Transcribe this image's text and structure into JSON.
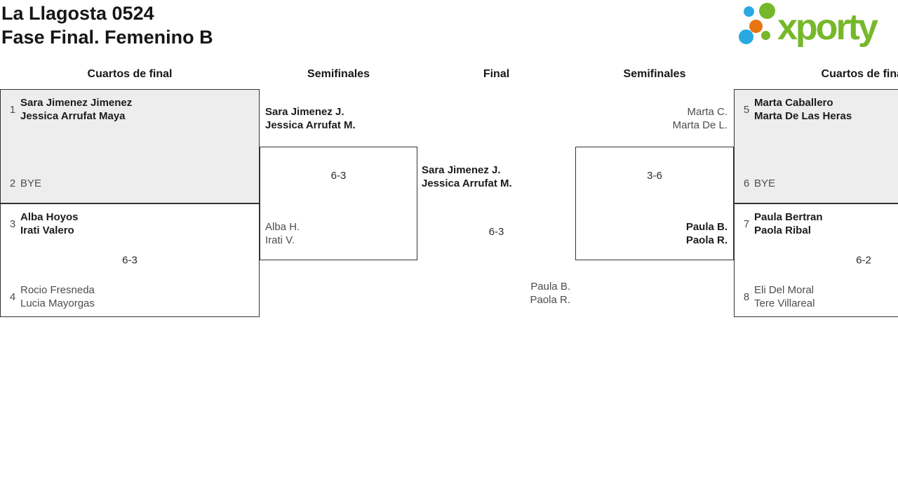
{
  "header": {
    "title_line1": "La Llagosta 0524",
    "title_line2": "Fase Final. Femenino B",
    "logo": {
      "text": "xporty",
      "green": "#76b82a",
      "blue": "#29a9e1",
      "orange": "#e87511"
    }
  },
  "colors": {
    "box_fill": "#ededed",
    "border": "#333333",
    "winner_text": "#1c1c1c",
    "muted_text": "#4d4d4d"
  },
  "rounds": [
    "Cuartos de final",
    "Semifinales",
    "Final",
    "Semifinales",
    "Cuartos de final"
  ],
  "matches": {
    "qf_left_top": {
      "seed_a": "1",
      "team_a": [
        "Sara Jimenez Jimenez",
        "Jessica Arrufat Maya"
      ],
      "seed_b": "2",
      "team_b": [
        "BYE"
      ]
    },
    "qf_left_bottom": {
      "seed_a": "3",
      "team_a": [
        "Alba Hoyos",
        "Irati Valero"
      ],
      "seed_b": "4",
      "team_b": [
        "Rocio Fresneda",
        "Lucia Mayorgas"
      ],
      "score": "6-3"
    },
    "sf_left": {
      "winner": [
        "Sara Jimenez J.",
        "Jessica Arrufat M."
      ],
      "loser": [
        "Alba H.",
        "Irati V."
      ],
      "score": "6-3"
    },
    "final": {
      "winner": [
        "Sara Jimenez J.",
        "Jessica Arrufat M."
      ],
      "loser": [
        "Paula B.",
        "Paola R."
      ],
      "score": "6-3"
    },
    "sf_right": {
      "winner": [
        "Paula B.",
        "Paola R."
      ],
      "loser": [
        "Marta C.",
        "Marta De L."
      ],
      "score": "3-6"
    },
    "qf_right_top": {
      "seed_a": "5",
      "team_a": [
        "Marta Caballero",
        "Marta De Las Heras"
      ],
      "seed_b": "6",
      "team_b": [
        "BYE"
      ]
    },
    "qf_right_bottom": {
      "seed_a": "7",
      "team_a": [
        "Paula Bertran",
        "Paola Ribal"
      ],
      "seed_b": "8",
      "team_b": [
        "Eli Del Moral",
        "Tere Villareal"
      ],
      "score": "6-2"
    }
  }
}
